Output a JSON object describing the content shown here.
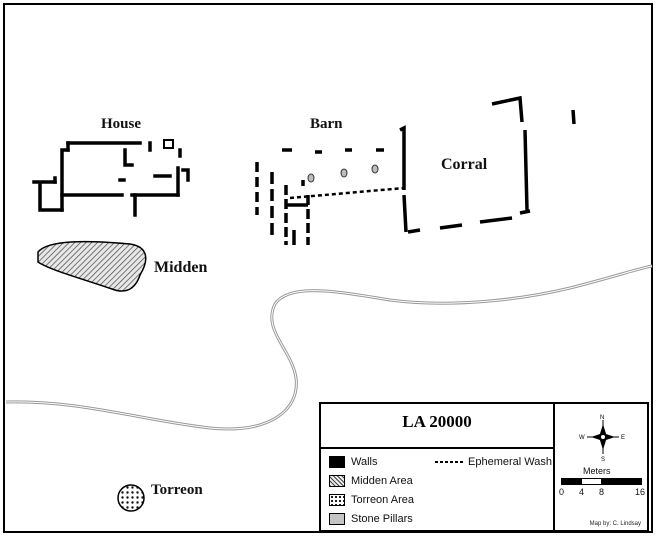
{
  "map": {
    "site_id": "LA 20000",
    "features": {
      "house": "House",
      "barn": "Barn",
      "corral": "Corral",
      "midden": "Midden",
      "torreon": "Torreon"
    }
  },
  "legend": {
    "title": "LA 20000",
    "items": [
      {
        "label": "Walls",
        "symbol": "solid-black"
      },
      {
        "label": "Midden Area",
        "symbol": "diagonal-hatch"
      },
      {
        "label": "Torreon Area",
        "symbol": "dot-pattern"
      },
      {
        "label": "Stone Pillars",
        "symbol": "light-gray"
      },
      {
        "label": "Ephemeral Wash",
        "symbol": "dashed-line"
      }
    ]
  },
  "compass": {
    "north": "N",
    "south": "S",
    "east": "E",
    "west": "W"
  },
  "scale": {
    "title": "Meters",
    "ticks": [
      "0",
      "4",
      "8",
      "16"
    ]
  },
  "credit": "Map by: C. Lindsay"
}
